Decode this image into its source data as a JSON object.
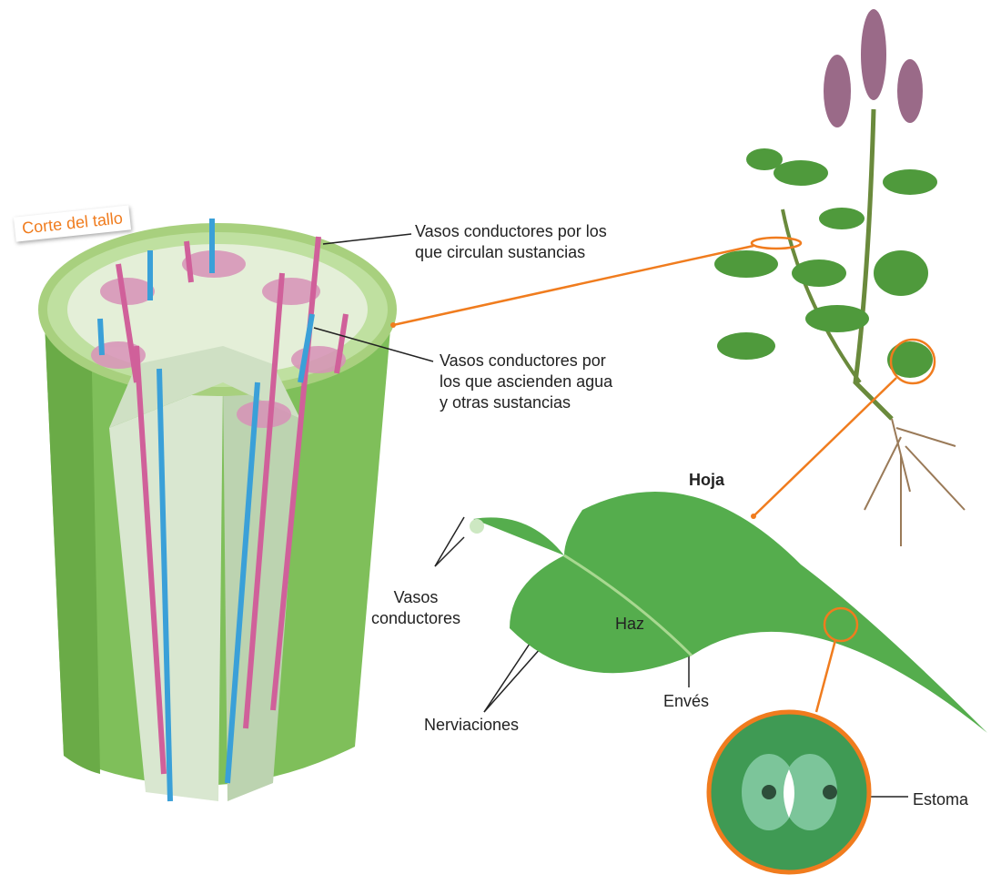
{
  "title_tag": "Corte del tallo",
  "labels": {
    "vasos_circulan": "Vasos conductores por los\nque circulan sustancias",
    "vasos_ascienden": "Vasos conductores por\nlos que ascienden agua\ny otras sustancias",
    "hoja": "Hoja",
    "vasos_conductores": "Vasos\nconductores",
    "haz": "Haz",
    "enves": "Envés",
    "nerviaciones": "Nerviaciones",
    "estoma": "Estoma"
  },
  "colors": {
    "accent": "#f07c1e",
    "stem_green": "#8cc768",
    "vessel_pink": "#d0609a",
    "vessel_blue": "#3aa0d8",
    "leaf": "#4ea84a"
  }
}
